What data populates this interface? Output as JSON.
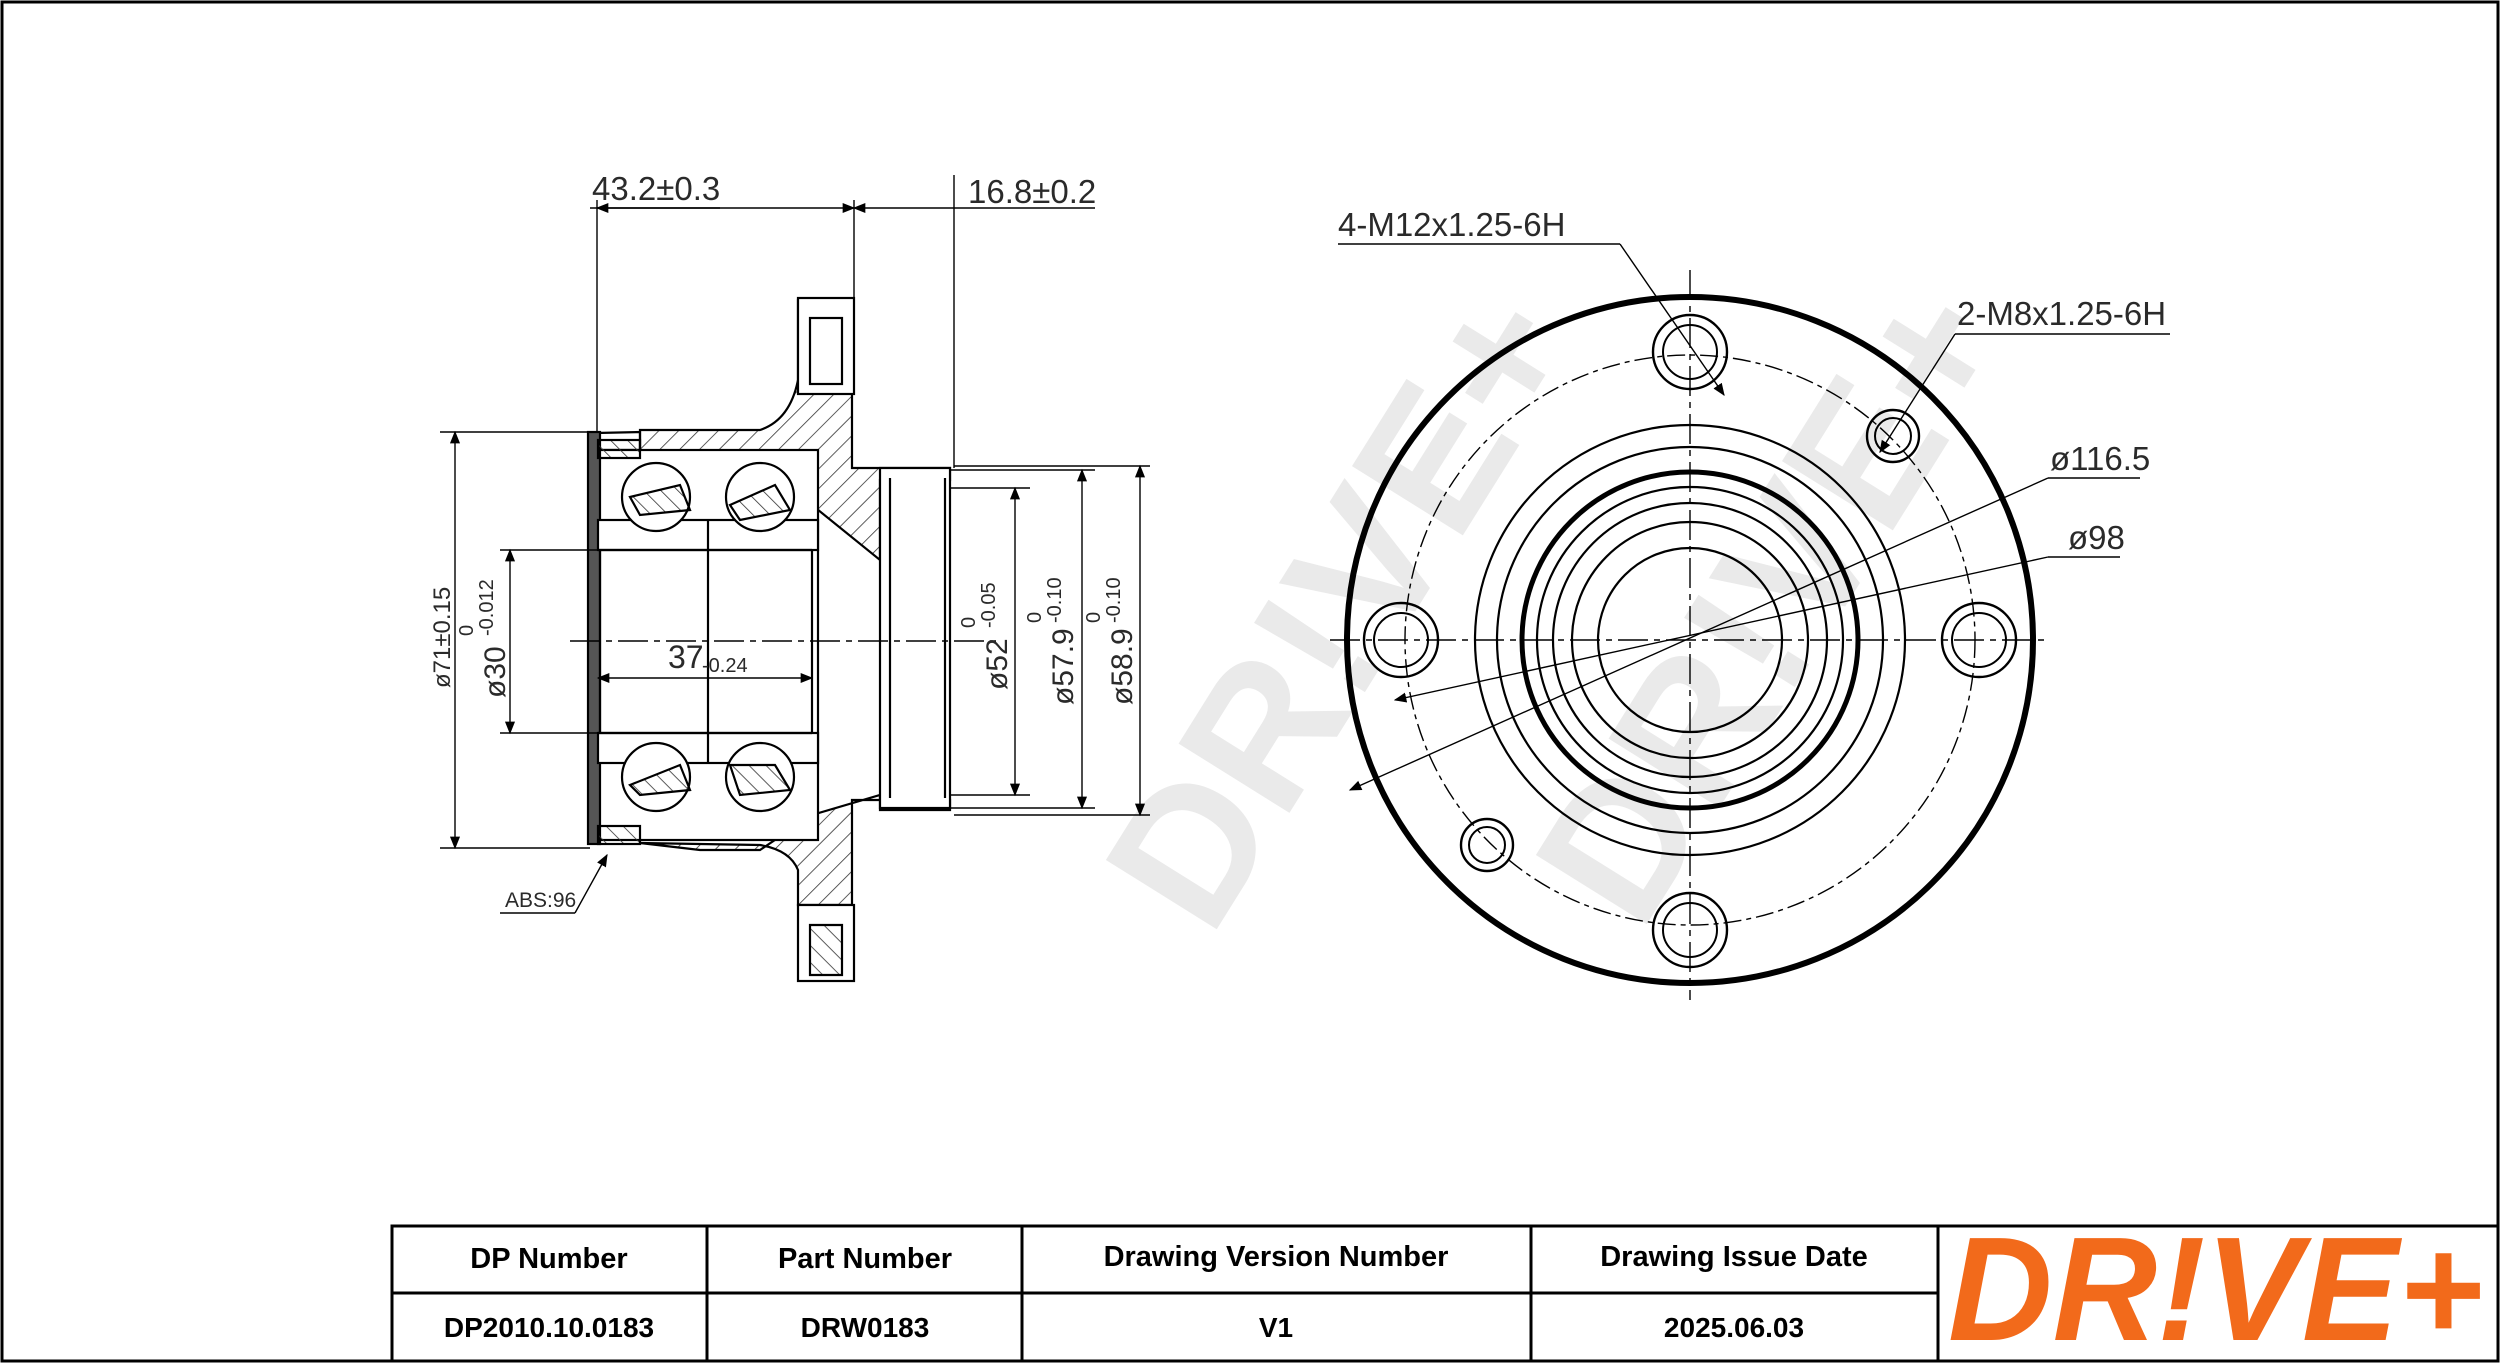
{
  "watermark": "DR!VE+",
  "brand": {
    "logo_text": "DR!VE+",
    "logo_color": "#f26a1b"
  },
  "section_view": {
    "dim_width_overall": "43.2±0.3",
    "dim_width_flange": "16.8±0.2",
    "dim_outer_diameter": "ø71±0.15",
    "dim_bore_nominal": "ø30",
    "dim_bore_upper": "0",
    "dim_bore_lower": "-0.012",
    "dim_bearing_width_nominal": "37",
    "dim_bearing_width_tol": "-0.24",
    "dim_d52_nominal": "ø52",
    "dim_d52_upper": "0",
    "dim_d52_lower": "-0.05",
    "dim_d579_nominal": "ø57.9",
    "dim_d579_upper": "0",
    "dim_d579_lower": "-0.10",
    "dim_d589_nominal": "ø58.9",
    "dim_d589_upper": "0",
    "dim_d589_lower": "-0.10",
    "abs_label": "ABS:96"
  },
  "front_view": {
    "thread_large": "4-M12x1.25-6H",
    "thread_small": "2-M8x1.25-6H",
    "dim_flange_diameter": "ø116.5",
    "dim_pcd": "ø98"
  },
  "title_block": {
    "headers": [
      "DP Number",
      "Part Number",
      "Drawing Version Number",
      "Drawing Issue Date"
    ],
    "values": [
      "DP2010.10.0183",
      "DRW0183",
      "V1",
      "2025.06.03"
    ]
  }
}
